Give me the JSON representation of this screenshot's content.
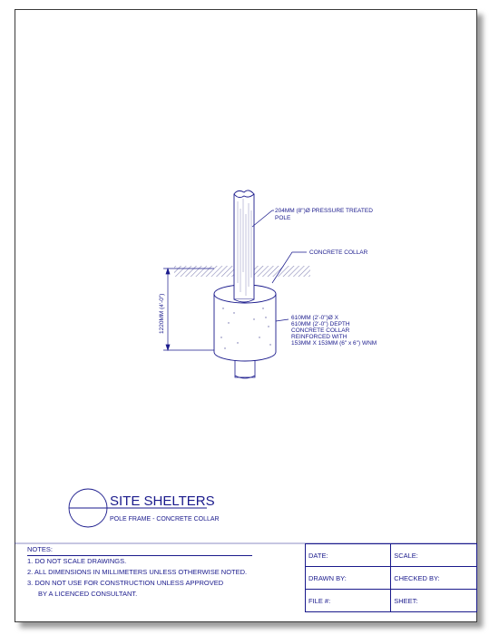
{
  "callouts": {
    "pole_line1": "204MM (8\")Ø PRESSURE TREATED",
    "pole_line2": "POLE",
    "collar": "CONCRETE COLLAR",
    "spec_line1": "610MM (2'-0\")Ø X",
    "spec_line2": "610MM (2'-0\") DEPTH",
    "spec_line3": "CONCRETE COLLAR",
    "spec_line4": "REINFORCED WITH",
    "spec_line5": "153MM X 153MM (6\" x 6\") WNM",
    "dimension": "1220MM (4'-0\")"
  },
  "title": {
    "main": "SITE SHELTERS",
    "sub": "POLE FRAME - CONCRETE COLLAR"
  },
  "notes": {
    "header": "NOTES:",
    "items": [
      "1.  DO NOT SCALE DRAWINGS.",
      "2.  ALL DIMENSIONS IN MILLIMETERS UNLESS OTHERWISE NOTED.",
      "3. DON NOT USE FOR CONSTRUCTION UNLESS APPROVED"
    ],
    "continuation": "BY A LICENCED CONSULTANT."
  },
  "title_block": {
    "date": "DATE:",
    "scale": "SCALE:",
    "drawn_by": "DRAWN BY:",
    "checked_by": "CHECKED BY:",
    "file_no": "FILE #:",
    "sheet": "SHEET:"
  },
  "colors": {
    "ink": "#1a1a8c",
    "hatch": "#8a8ab8"
  }
}
